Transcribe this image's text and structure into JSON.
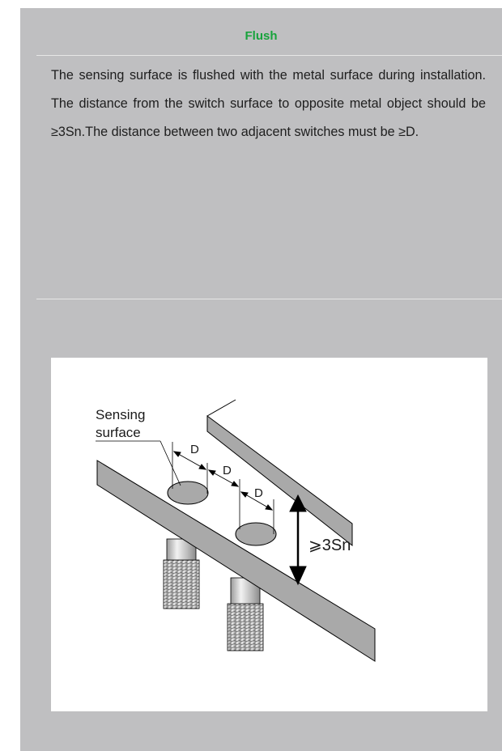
{
  "section": {
    "title": "Flush",
    "description": "The sensing surface is flushed with the metal surface during installation. The distance from the switch surface to opposite metal object should be ≥3Sn.The distance between two adjacent switches must be ≥D."
  },
  "diagram": {
    "sensing_label_line1": "Sensing",
    "sensing_label_line2": "surface",
    "d_label_1": "D",
    "d_label_2": "D",
    "d_label_3": "D",
    "distance_label": "⩾3Sn"
  },
  "colors": {
    "panel_bg": "#bfbfc1",
    "title_green": "#18a33c",
    "plate_gray": "#a9a9a9"
  }
}
